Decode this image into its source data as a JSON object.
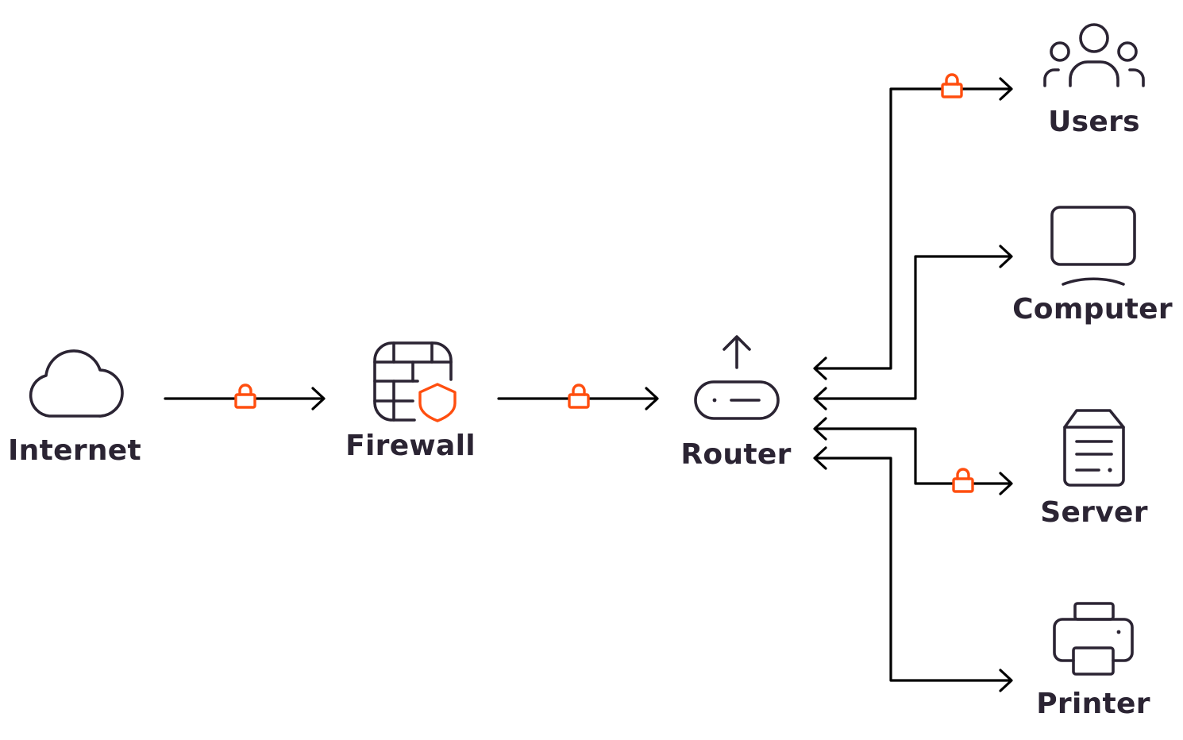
{
  "nodes": {
    "internet": {
      "label": "Internet",
      "icon": "cloud-icon"
    },
    "firewall": {
      "label": "Firewall",
      "icon": "firewall-shield-icon"
    },
    "router": {
      "label": "Router",
      "icon": "router-icon"
    },
    "users": {
      "label": "Users",
      "icon": "users-icon"
    },
    "computer": {
      "label": "Computer",
      "icon": "monitor-icon"
    },
    "server": {
      "label": "Server",
      "icon": "server-icon"
    },
    "printer": {
      "label": "Printer",
      "icon": "printer-icon"
    }
  },
  "connections": [
    {
      "from": "internet",
      "to": "firewall",
      "encrypted": true
    },
    {
      "from": "firewall",
      "to": "router",
      "encrypted": true
    },
    {
      "from": "router",
      "to": "users",
      "encrypted": true,
      "bidirectional": true
    },
    {
      "from": "router",
      "to": "computer",
      "encrypted": false,
      "bidirectional": true
    },
    {
      "from": "router",
      "to": "server",
      "encrypted": true,
      "bidirectional": true
    },
    {
      "from": "router",
      "to": "printer",
      "encrypted": false,
      "bidirectional": true
    }
  ],
  "colors": {
    "icon_stroke": "#2b2433",
    "connector": "#000000",
    "accent": "#ff4e0f"
  }
}
